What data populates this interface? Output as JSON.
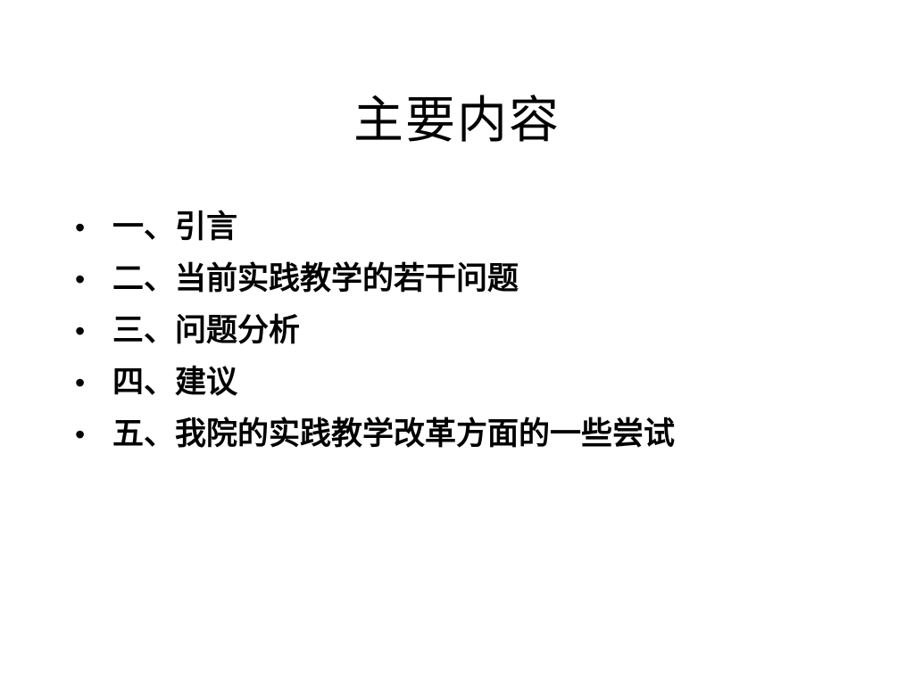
{
  "slide": {
    "title": "主要内容",
    "bullet_symbol": "•",
    "items": [
      "一、引言",
      "二、当前实践教学的若干问题",
      "三、问题分析",
      "四、建议",
      "五、我院的实践教学改革方面的一些尝试"
    ]
  }
}
